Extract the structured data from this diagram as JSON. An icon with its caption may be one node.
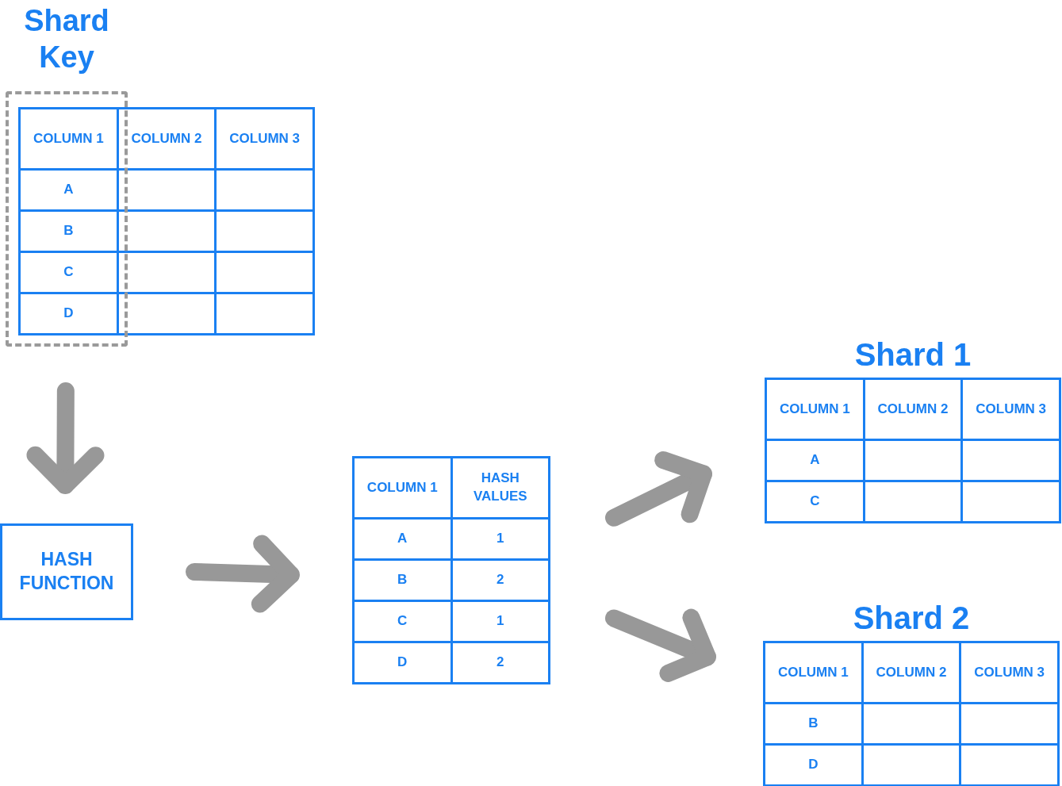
{
  "diagram": {
    "nodes": [
      {
        "text": [
          "COLUMN 1",
          "COLUMN 2",
          "COLUMN 3",
          "A",
          "B",
          "C",
          "D"
        ]
      },
      {
        "text": [
          "HASH FUNCTION"
        ]
      },
      {
        "text": [
          "COLUMN 1",
          "HASH VALUES",
          "A",
          "1",
          "B",
          "2",
          "C",
          "1",
          "D",
          "2"
        ]
      },
      {
        "text": [
          "Shard 1",
          "COLUMN 1",
          "COLUMN 2",
          "COLUMN 3",
          "A",
          "C"
        ]
      },
      {
        "text": [
          "Shard 2",
          "COLUMN 1",
          "COLUMN 2",
          "COLUMN 3",
          "B",
          "D"
        ]
      }
    ],
    "edges": [
      {
        "from": 0,
        "to": 1,
        "arrow": "to"
      },
      {
        "from": 1,
        "to": 2,
        "arrow": "to"
      },
      {
        "from": 2,
        "to": 3,
        "arrow": "to"
      },
      {
        "from": 2,
        "to": 4,
        "arrow": "to"
      }
    ],
    "labels": [
      "Shard Key"
    ]
  }
}
